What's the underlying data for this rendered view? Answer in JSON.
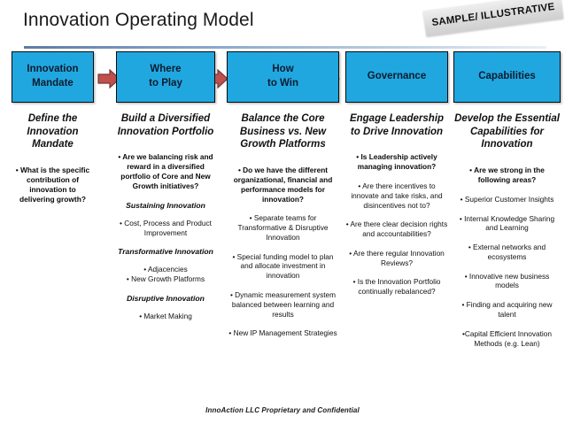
{
  "slide": {
    "title": "Innovation Operating Model",
    "banner": "SAMPLE/ ILLUSTRATIVE",
    "footer": "InnoAction LLC Proprietary and Confidential",
    "accent_blue": "#21A7E0",
    "arrow_red": "#C0504D",
    "divider_blue": "#5b7ca6"
  },
  "columns": [
    {
      "box_label": "Innovation\nMandate",
      "subhead": "Define the\nInnovation\nMandate",
      "blocks": [
        {
          "kind": "q",
          "text": "• What is the specific contribution of innovation to delivering growth?"
        }
      ]
    },
    {
      "box_label": "Where\nto Play",
      "subhead": "Build a Diversified\nInnovation\nPortfolio",
      "blocks": [
        {
          "kind": "q",
          "text": "• Are we balancing risk and reward in a diversified portfolio of Core and New Growth initiatives?"
        },
        {
          "kind": "sub",
          "text": "Sustaining Innovation"
        },
        {
          "kind": "item",
          "text": "• Cost, Process and Product Improvement"
        },
        {
          "kind": "sub",
          "text": "Transformative Innovation"
        },
        {
          "kind": "item",
          "text": "• Adjacencies\n• New Growth Platforms"
        },
        {
          "kind": "sub",
          "text": "Disruptive Innovation"
        },
        {
          "kind": "item",
          "text": "• Market Making"
        }
      ]
    },
    {
      "box_label": "How\nto Win",
      "subhead": "Balance the Core\nBusiness vs. New\nGrowth Platforms",
      "blocks": [
        {
          "kind": "q",
          "text": "• Do we have the different organizational, financial and performance models for innovation?"
        },
        {
          "kind": "item",
          "text": "• Separate teams for Transformative & Disruptive Innovation"
        },
        {
          "kind": "item",
          "text": "• Special funding model to plan and allocate investment in innovation"
        },
        {
          "kind": "item",
          "text": "• Dynamic measurement system balanced between learning and results"
        },
        {
          "kind": "item",
          "text": "• New IP Management Strategies"
        }
      ]
    },
    {
      "box_label": "Governance",
      "subhead": "Engage\nLeadership to\nDrive Innovation",
      "blocks": [
        {
          "kind": "q",
          "text": "• Is Leadership actively managing innovation?"
        },
        {
          "kind": "item",
          "text": "• Are there incentives to innovate and take risks, and disincentives not to?"
        },
        {
          "kind": "item",
          "text": "• Are there clear decision rights and accountabilities?"
        },
        {
          "kind": "item",
          "text": "• Are there regular Innovation Reviews?"
        },
        {
          "kind": "item",
          "text": "• Is the Innovation Portfolio continually rebalanced?"
        }
      ]
    },
    {
      "box_label": "Capabilities",
      "subhead": "Develop the\nEssential\nCapabilities for\nInnovation",
      "blocks": [
        {
          "kind": "q",
          "text": "• Are we strong in the following areas?"
        },
        {
          "kind": "item",
          "text": "• Superior Customer Insights"
        },
        {
          "kind": "item",
          "text": "• Internal Knowledge Sharing and Learning"
        },
        {
          "kind": "item",
          "text": "• External networks and ecosystems"
        },
        {
          "kind": "item",
          "text": "• Innovative new business models"
        },
        {
          "kind": "item",
          "text": "• Finding and acquiring new talent"
        },
        {
          "kind": "item",
          "text": "•Capital Efficient Innovation Methods (e.g. Lean)"
        }
      ]
    }
  ]
}
